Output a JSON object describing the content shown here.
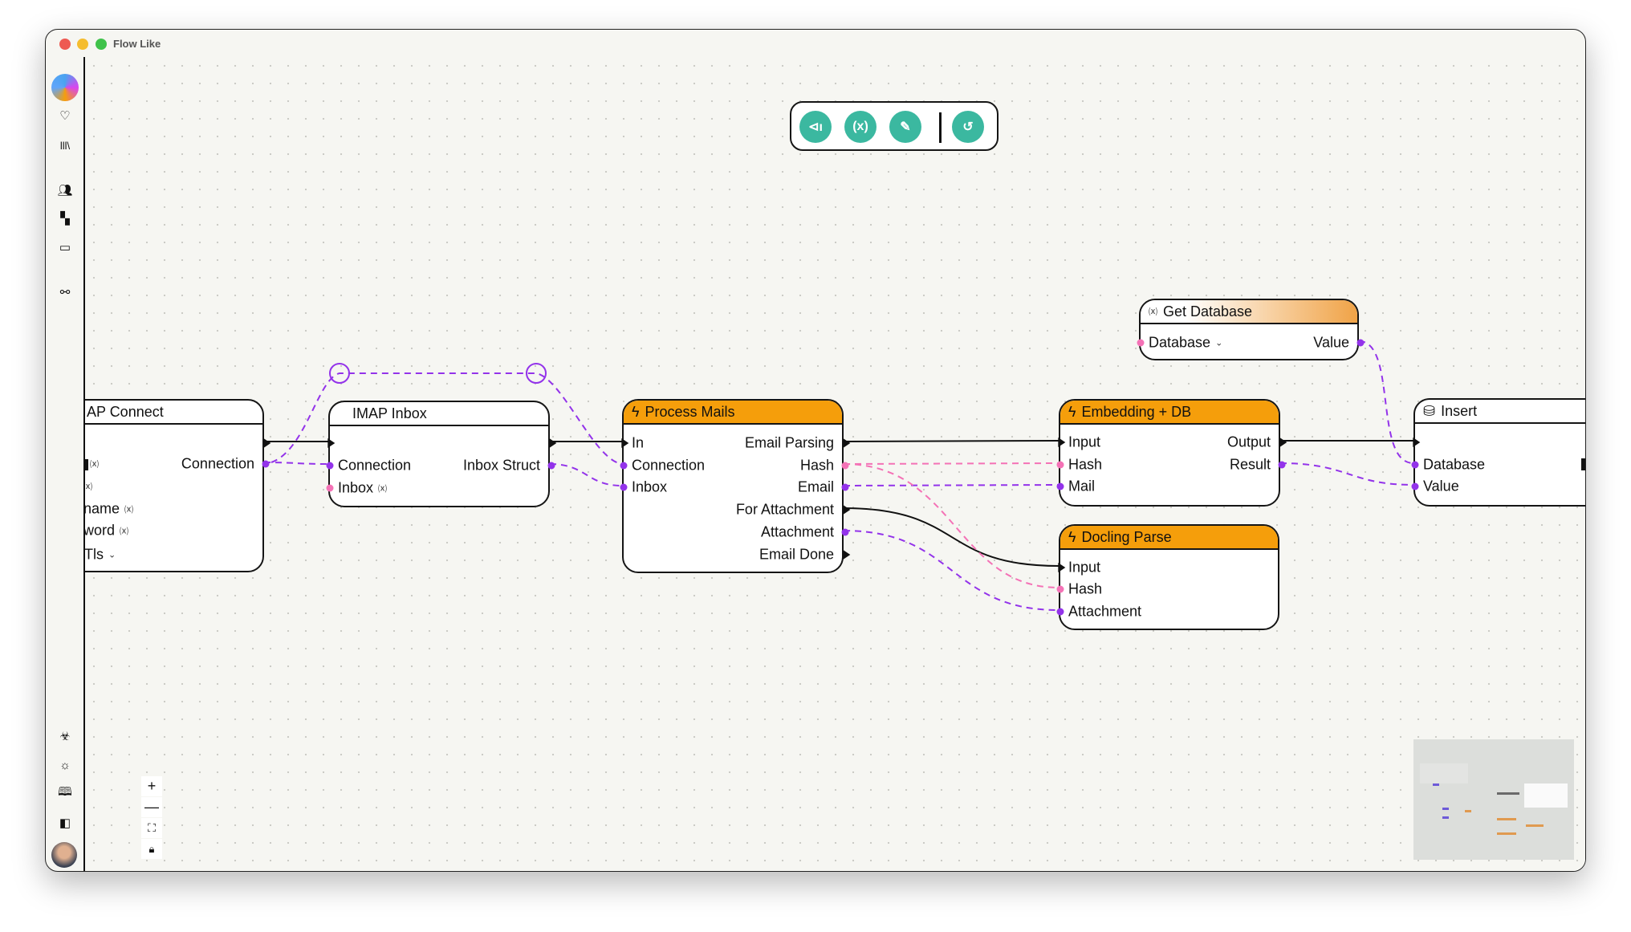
{
  "window": {
    "title": "Flow Like",
    "traffic_lights": [
      "#ee5a52",
      "#f5bd2f",
      "#3fc24a"
    ]
  },
  "sidebar": {
    "top_icons": [
      "app-logo",
      "heart-icon",
      "library-icon",
      "users-icon",
      "dashboard-icon",
      "package-icon",
      "workflow-icon"
    ],
    "bottom_icons": [
      "bug-icon",
      "sun-icon",
      "book-icon",
      "panel-icon",
      "user-avatar"
    ]
  },
  "toolbar": {
    "buttons": [
      "run-icon",
      "variables-icon",
      "notes-icon",
      "history-icon"
    ],
    "color": "#3bb8a0"
  },
  "zoom_controls": {
    "zoom_in": "+",
    "zoom_out": "—",
    "fit": "fit-icon",
    "lock": "lock-icon"
  },
  "colors": {
    "struct_pin": "#9333ea",
    "string_pin": "#f472b6",
    "node_header": "#f59e0b"
  },
  "nodes": {
    "imap_connect": {
      "title": "AP Connect",
      "outputs": [
        "Connection"
      ],
      "inputs": [
        "name",
        "word",
        "tTls"
      ]
    },
    "imap_inbox": {
      "title": "IMAP Inbox",
      "inputs": [
        "Connection",
        "Inbox"
      ],
      "outputs": [
        "Inbox Struct"
      ]
    },
    "process_mails": {
      "title": "Process Mails",
      "inputs": [
        "In",
        "Connection",
        "Inbox"
      ],
      "outputs": [
        "Email Parsing",
        "Hash",
        "Email",
        "For Attachment",
        "Attachment",
        "Email Done"
      ]
    },
    "embedding_db": {
      "title": "Embedding + DB",
      "inputs": [
        "Input",
        "Hash",
        "Mail"
      ],
      "outputs": [
        "Output",
        "Result"
      ]
    },
    "docling_parse": {
      "title": "Docling Parse",
      "inputs": [
        "Input",
        "Hash",
        "Attachment"
      ]
    },
    "get_database": {
      "title": "Get Database",
      "inputs": [
        "Database"
      ],
      "outputs": [
        "Value"
      ]
    },
    "insert": {
      "title": "Insert",
      "inputs": [
        "Database",
        "Value"
      ]
    }
  }
}
